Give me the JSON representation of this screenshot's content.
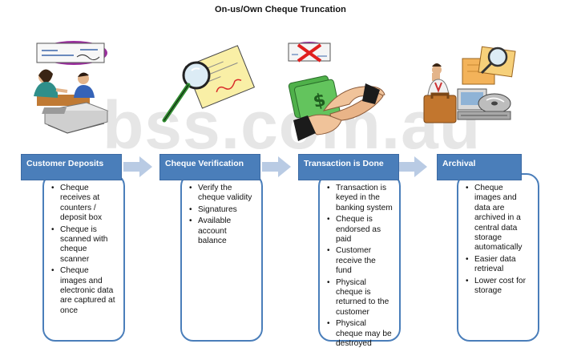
{
  "title": "On-us/Own Cheque Truncation",
  "watermark": "bss.com.au",
  "colors": {
    "header": "#4a7eba",
    "arrow": "#b9cbe4",
    "box_border": "#4a7eba"
  },
  "stages": [
    {
      "label": "Customer Deposits",
      "icon": "bank-counter-illustration",
      "items": [
        "Cheque receives at counters / deposit box",
        "Cheque is scanned with cheque scanner",
        "Cheque images and electronic data are captured at once"
      ]
    },
    {
      "label": "Cheque Verification",
      "icon": "magnifier-cheque-illustration",
      "items": [
        "Verify the cheque validity",
        "Signatures",
        "Available account balance"
      ]
    },
    {
      "label": "Transaction is Done",
      "icon": "handshake-money-illustration",
      "items": [
        "Transaction is keyed in the banking system",
        "Cheque is endorsed as paid",
        "Customer receive the fund",
        "Physical cheque is returned to the customer",
        "Physical cheque may be destroyed"
      ]
    },
    {
      "label": "Archival",
      "icon": "data-archive-illustration",
      "items": [
        "Cheque images and data are archived in a central data storage automatically",
        "Easier data retrieval",
        "Lower cost for storage"
      ]
    }
  ]
}
